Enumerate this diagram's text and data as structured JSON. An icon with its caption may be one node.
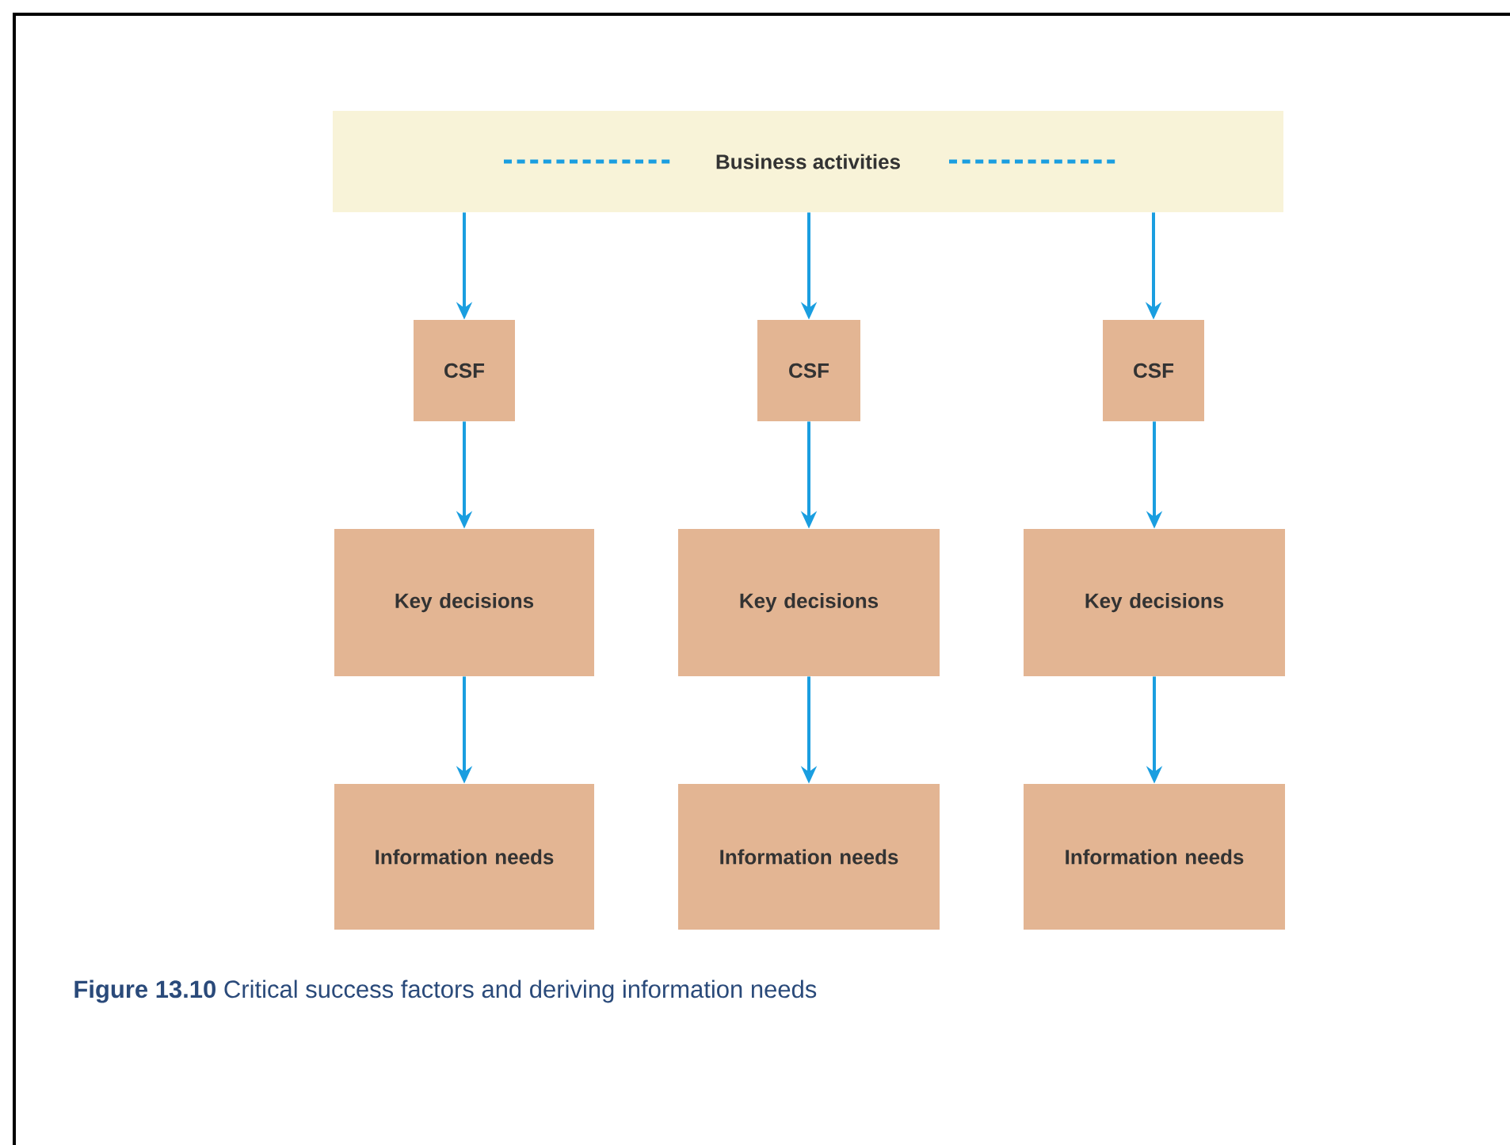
{
  "diagram": {
    "caption": "**Figure 13.10** Critical success factors and deriving information needs",
    "nodes": [
      {
        "text": [
          "Business activities"
        ]
      },
      {
        "text": [
          "CSF"
        ]
      },
      {
        "text": [
          "CSF"
        ]
      },
      {
        "text": [
          "CSF"
        ]
      },
      {
        "text": [
          "Key decisions"
        ]
      },
      {
        "text": [
          "Key decisions"
        ]
      },
      {
        "text": [
          "Key decisions"
        ]
      },
      {
        "text": [
          "Information needs"
        ]
      },
      {
        "text": [
          "Information needs"
        ]
      },
      {
        "text": [
          "Information needs"
        ]
      }
    ],
    "edges": [
      {
        "from": 0,
        "to": 1,
        "arrow": "to"
      },
      {
        "from": 0,
        "to": 2,
        "arrow": "to"
      },
      {
        "from": 0,
        "to": 3,
        "arrow": "to"
      },
      {
        "from": 1,
        "to": 4,
        "arrow": "to"
      },
      {
        "from": 2,
        "to": 5,
        "arrow": "to"
      },
      {
        "from": 3,
        "to": 6,
        "arrow": "to"
      },
      {
        "from": 4,
        "to": 7,
        "arrow": "to"
      },
      {
        "from": 5,
        "to": 8,
        "arrow": "to"
      },
      {
        "from": 6,
        "to": 9,
        "arrow": "to"
      }
    ]
  }
}
